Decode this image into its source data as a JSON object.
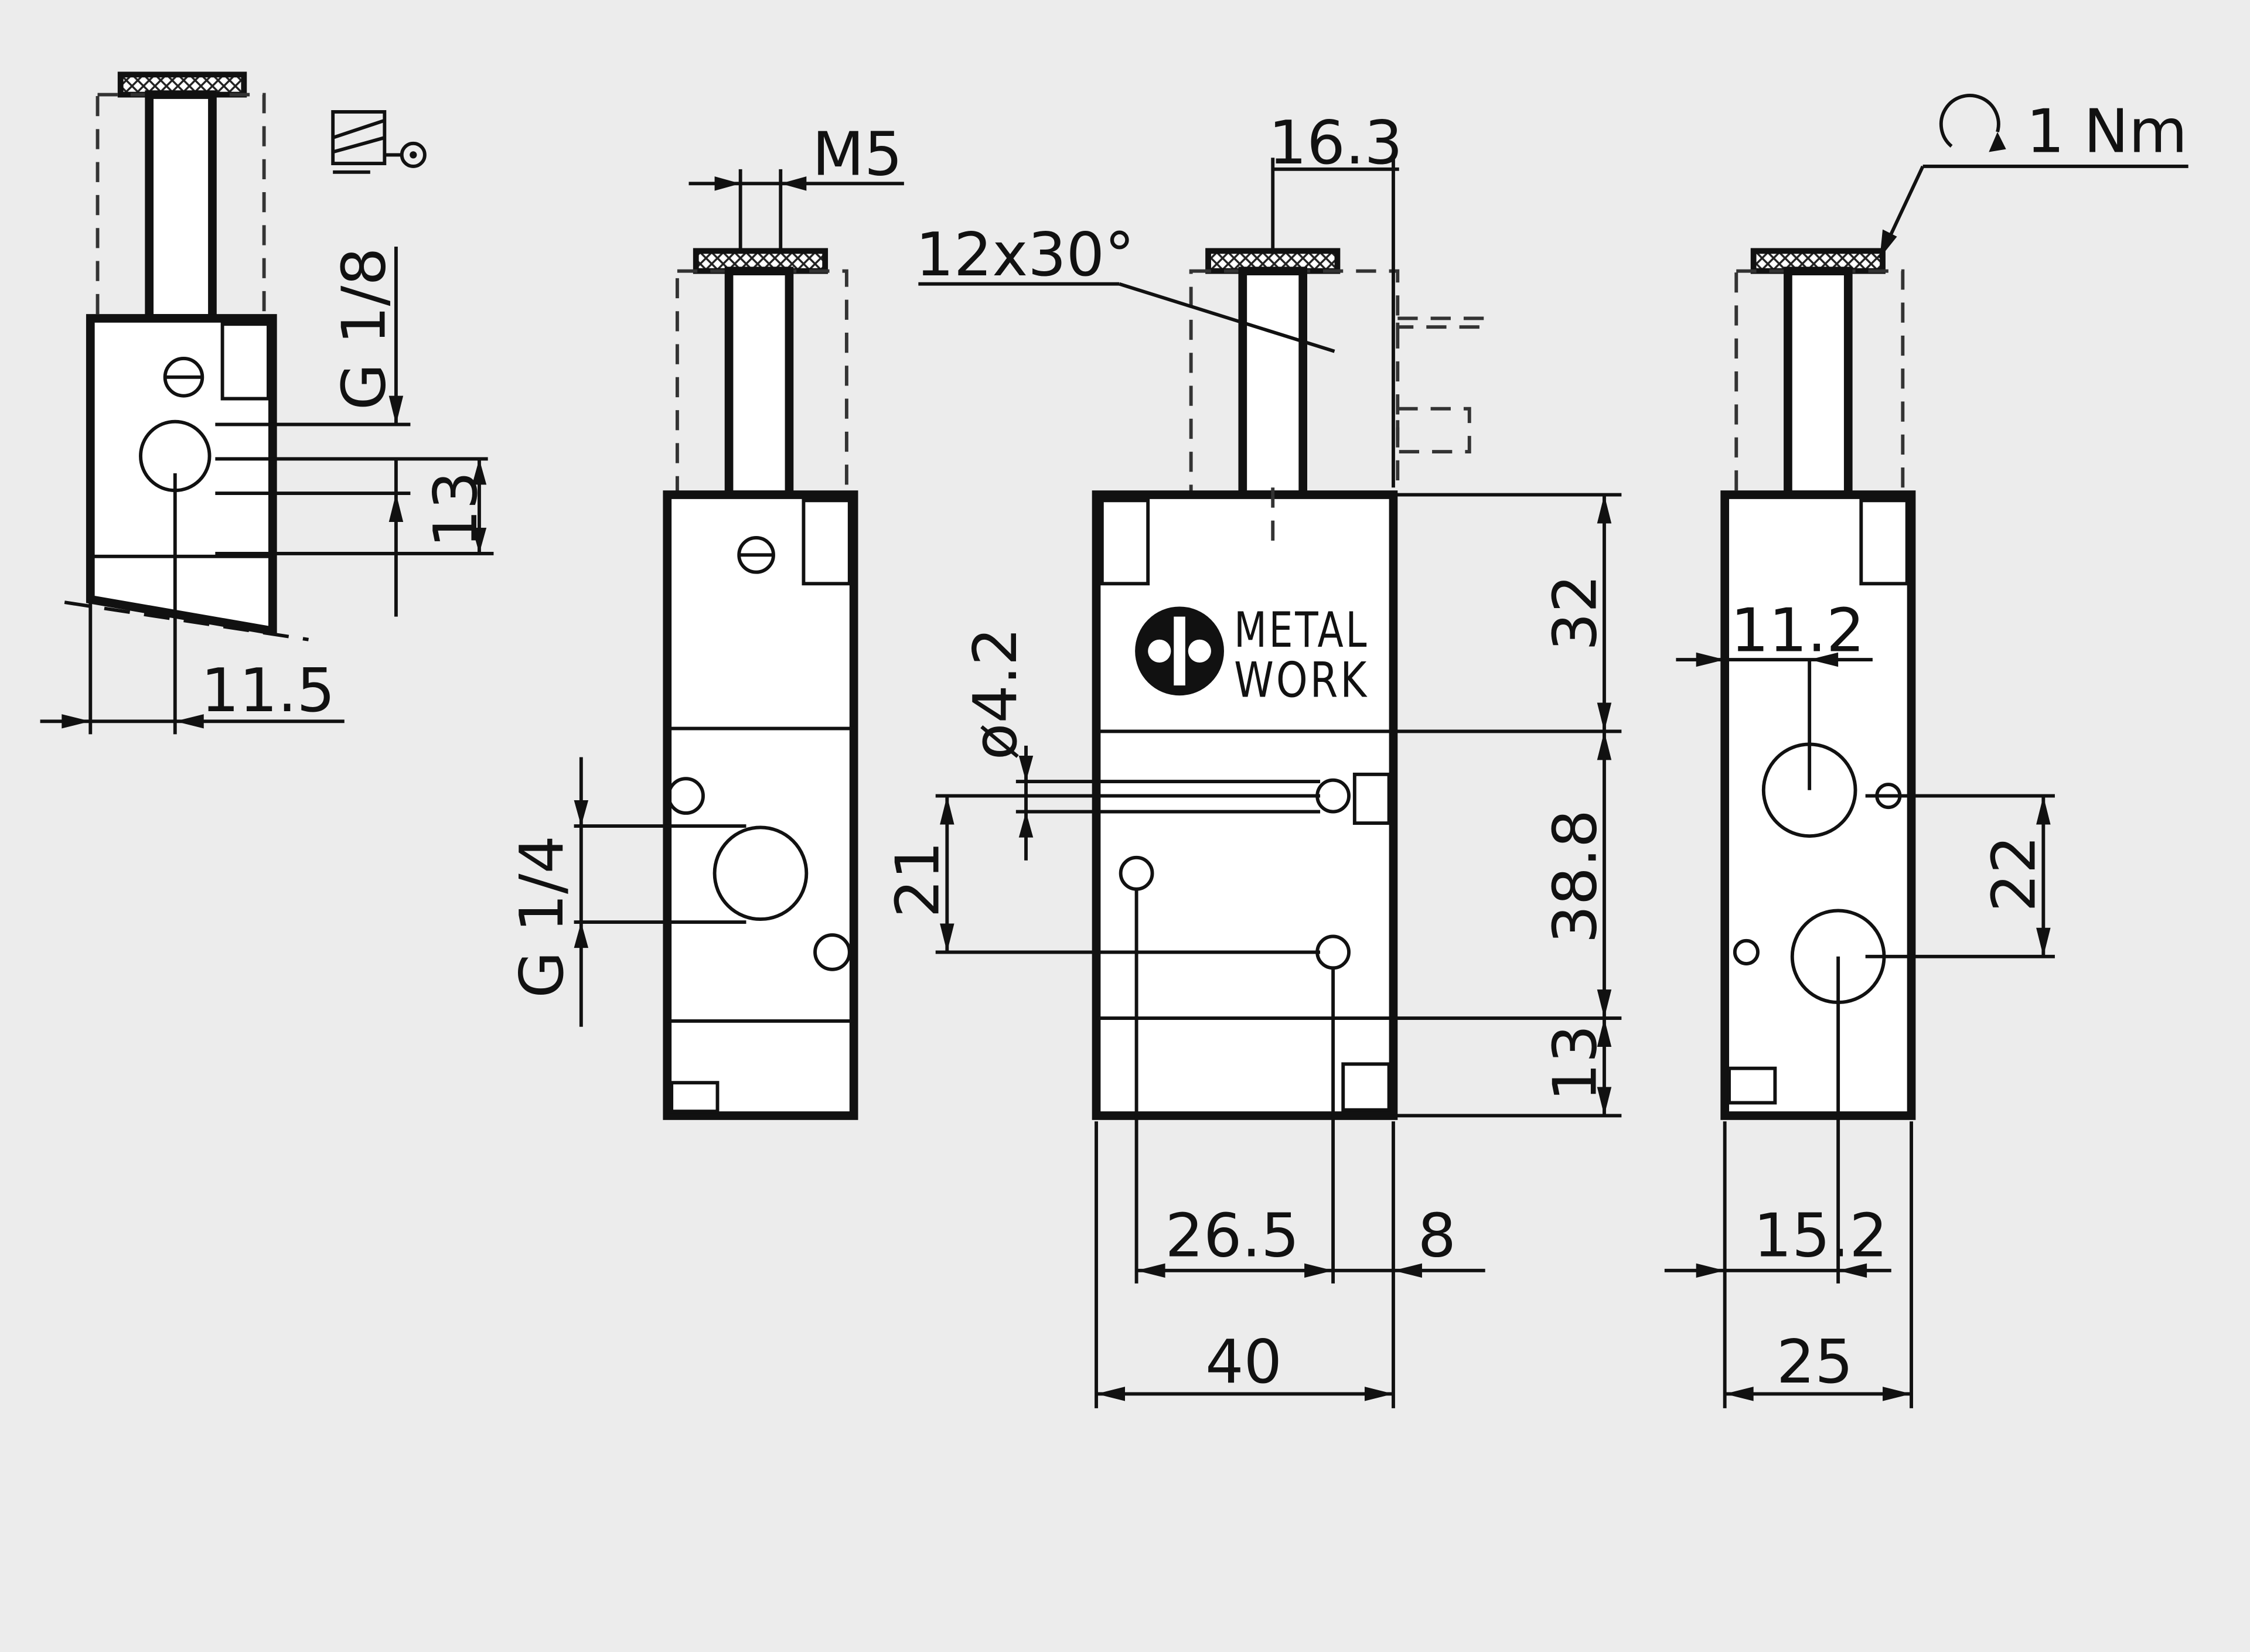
{
  "dimensions": {
    "m5": "M5",
    "d16_3": "16.3",
    "chamfer": "12x30°",
    "torque": "1 Nm",
    "g18": "G 1/8",
    "d13_side": "13",
    "d11_5": "11.5",
    "d32": "32",
    "d11_2": "11.2",
    "d4_2": "ø4.2",
    "g14": "G 1/4",
    "d21": "21",
    "d38_8": "38.8",
    "d22": "22",
    "d13_front": "13",
    "d26_5": "26.5",
    "d8": "8",
    "d15_2": "15.2",
    "d40": "40",
    "d25": "25"
  },
  "logo": {
    "line1": "METAL",
    "line2": "WORK"
  }
}
